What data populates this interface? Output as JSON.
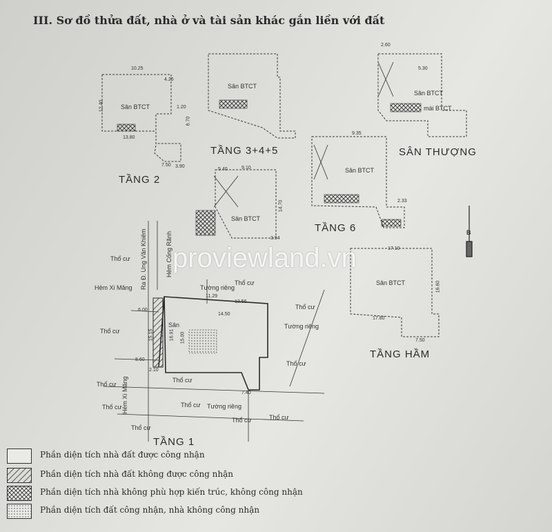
{
  "title": "III. Sơ đồ thửa đất, nhà ở và tài sản khác gắn liền với đất",
  "floors": {
    "tang2": "TẦNG 2",
    "tang345": "TẦNG 3+4+5",
    "san_thuong": "SÂN THƯỢNG",
    "tang6": "TẦNG 6",
    "tang_ham": "TẦNG HẦM",
    "tang1": "TẦNG 1"
  },
  "room_labels": {
    "san_btct": "Sân BTCT",
    "san": "Sân",
    "mai_btct": "mái BTCT",
    "tuong_rieng": "Tường riêng",
    "tho_cu": "Thổ cư",
    "hem_xi_mang": "Hẻm Xi Măng",
    "road_1": "Ra Đ. Ung Văn Khiêm",
    "road_2": "Hẻm Cống Rãnh"
  },
  "dimensions": {
    "d1": "10.25",
    "d2": "4.25",
    "d3": "12.40",
    "d4": "13.80",
    "d5": "3.90",
    "d6": "7.50",
    "d7": "9.10",
    "d8": "5.40",
    "d9": "14.70",
    "d10": "3.54",
    "d11": "17.10",
    "d12": "17.80",
    "d13": "7.50",
    "d14": "11.29",
    "d15": "12.56",
    "d16": "14.50",
    "d17": "15.15",
    "d18": "16.91",
    "d19": "8.60",
    "d20": "6.00",
    "d21": "9.35",
    "d22": "2.33",
    "d23": "5.30",
    "d24": "2.60",
    "d25": "1.20",
    "d26": "6.70",
    "d27": "16.60",
    "d28": "15.00",
    "d29": "2.10",
    "d30": "7.40"
  },
  "compass": "B",
  "watermark": "proviewland.vn",
  "legend": [
    {
      "text": "Phần diện tích nhà đất được công nhận",
      "pattern": "blank"
    },
    {
      "text": "Phần diện tích nhà đất không được công nhận",
      "pattern": "hatch"
    },
    {
      "text": "Phần diện tích nhà không phù hợp kiến trúc, không công nhận",
      "pattern": "cross"
    },
    {
      "text": "Phần diện tích đất công nhận, nhà không công nhận",
      "pattern": "dots"
    }
  ]
}
